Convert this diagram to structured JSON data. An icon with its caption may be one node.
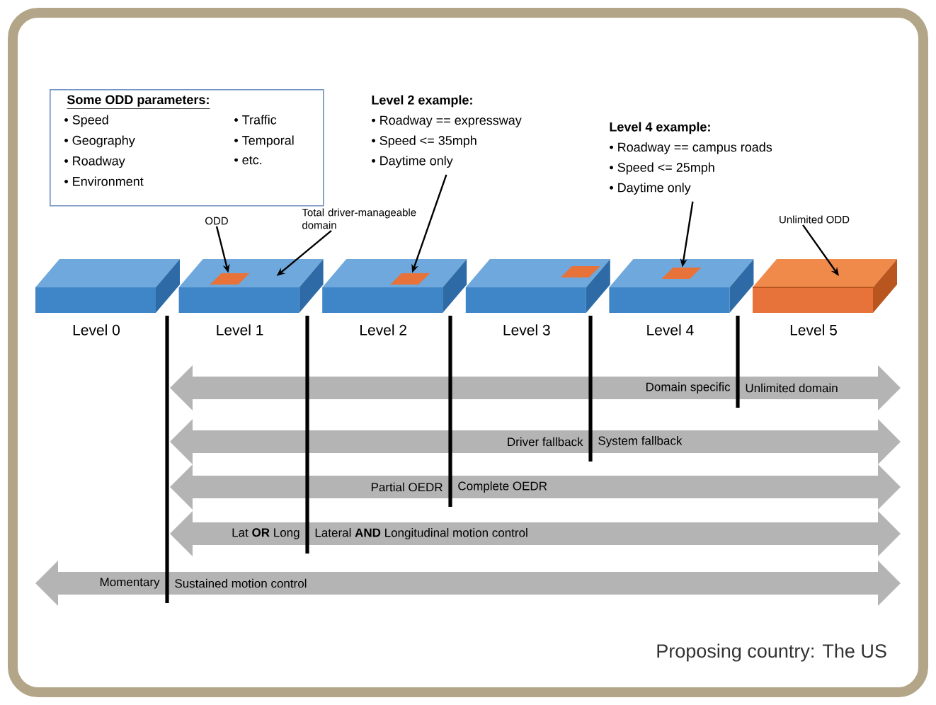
{
  "diagram": {
    "nodes": [
      {
        "text": [
          "Some ODD parameters:",
          "• Speed",
          "• Geography",
          "• Roadway",
          "• Environment",
          "• Traffic",
          "• Temporal",
          "• etc."
        ]
      },
      {
        "text": [
          "Level 2 example:",
          "• Roadway == expressway",
          "• Speed <= 35mph",
          "• Daytime only"
        ]
      },
      {
        "text": [
          "Level 4 example:",
          "• Roadway == campus roads",
          "• Speed <= 25mph",
          "• Daytime only"
        ]
      },
      {
        "text": [
          "ODD"
        ]
      },
      {
        "text": [
          "Total driver-manageable domain"
        ]
      },
      {
        "text": [
          "Unlimited ODD"
        ]
      },
      {
        "text": [
          "Level 0"
        ]
      },
      {
        "text": [
          "Level 1"
        ]
      },
      {
        "text": [
          "Level 2"
        ]
      },
      {
        "text": [
          "Level 3"
        ]
      },
      {
        "text": [
          "Level 4"
        ]
      },
      {
        "text": [
          "Level 5"
        ]
      },
      {
        "text": [],
        "shape": "box",
        "in": 7
      },
      {
        "text": [],
        "shape": "box",
        "in": 8
      },
      {
        "text": [],
        "shape": "box",
        "in": 9
      },
      {
        "text": [],
        "shape": "box",
        "in": 10
      },
      {
        "text": [
          "Domain specific",
          "Unlimited domain"
        ]
      },
      {
        "text": [
          "Driver fallback",
          "System fallback"
        ]
      },
      {
        "text": [
          "Partial OEDR",
          "Complete OEDR"
        ]
      },
      {
        "text": [
          "Lat **OR** Long",
          "Lateral **AND** Longitudinal motion control"
        ]
      },
      {
        "text": [
          "Momentary",
          "Sustained motion control"
        ]
      }
    ],
    "edges": [
      {
        "from": 3,
        "to": 12,
        "arrow": "to"
      },
      {
        "from": 4,
        "to": 7,
        "arrow": "to"
      },
      {
        "from": 1,
        "to": 13,
        "arrow": "to"
      },
      {
        "from": 2,
        "to": 15,
        "arrow": "to"
      },
      {
        "from": 5,
        "to": 11,
        "arrow": "to"
      }
    ],
    "labels": [
      "Proposing country: The US"
    ]
  }
}
